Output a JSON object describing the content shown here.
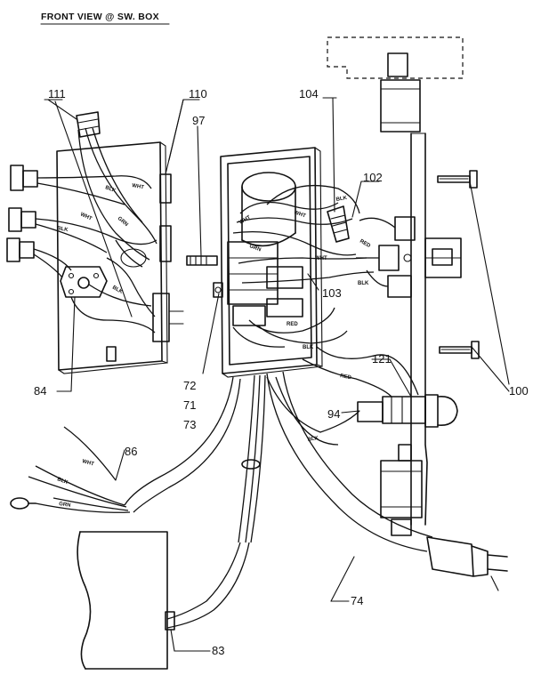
{
  "title": "FRONT VIEW @ SW. BOX",
  "callouts": {
    "c111": "111",
    "c110": "110",
    "c97": "97",
    "c104": "104",
    "c102": "102",
    "c103": "103",
    "c84": "84",
    "c72": "72",
    "c71": "71",
    "c73": "73",
    "c121": "121",
    "c94": "94",
    "c100": "100",
    "c86": "86",
    "c74": "74",
    "c83": "83"
  },
  "wire_labels": {
    "blk": "BLK",
    "wht": "WHT",
    "grn": "GRN",
    "red": "RED"
  }
}
